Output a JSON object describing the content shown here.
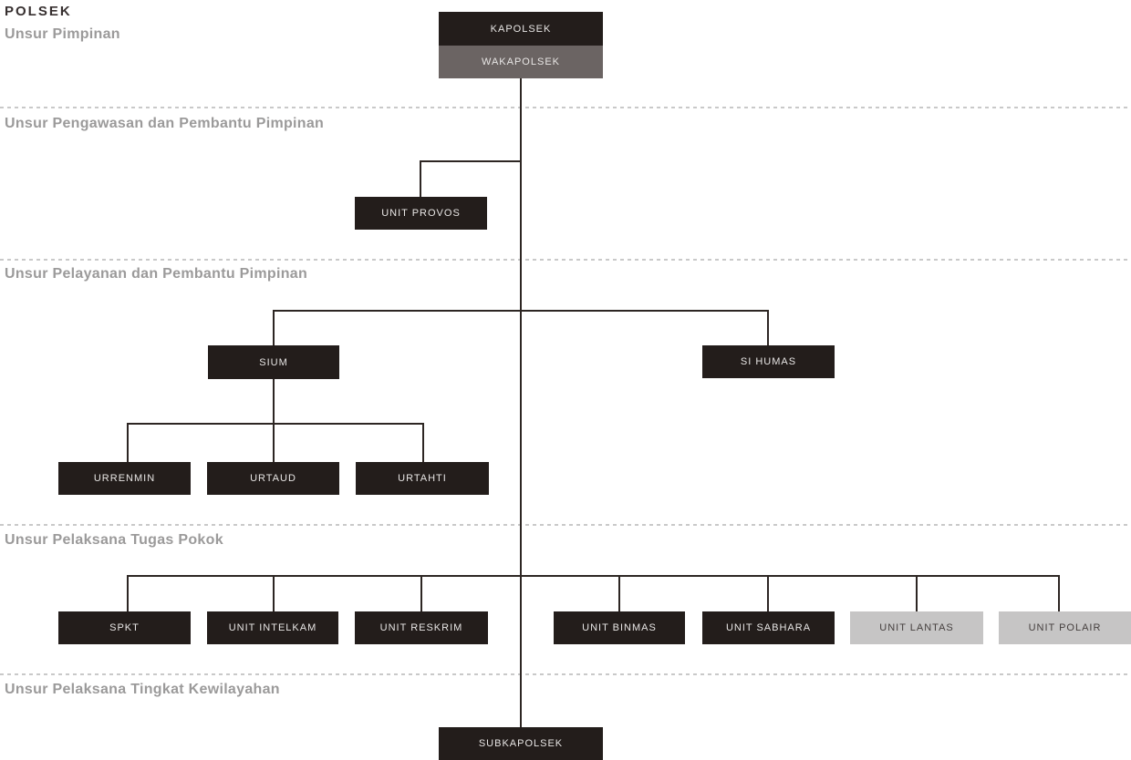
{
  "title": "POLSEK",
  "sections": [
    {
      "label": "Unsur Pimpinan",
      "nodes": [
        "KAPOLSEK",
        "WAKAPOLSEK"
      ]
    },
    {
      "label": "Unsur Pengawasan dan Pembantu Pimpinan",
      "nodes": [
        "UNIT PROVOS"
      ]
    },
    {
      "label": "Unsur Pelayanan dan Pembantu Pimpinan",
      "nodes": [
        "SIUM",
        "SI HUMAS",
        "URRENMIN",
        "URTAUD",
        "URTAHTI"
      ]
    },
    {
      "label": "Unsur Pelaksana Tugas Pokok",
      "nodes": [
        "SPKT",
        "UNIT INTELKAM",
        "UNIT RESKRIM",
        "UNIT BINMAS",
        "UNIT SABHARA",
        "UNIT LANTAS",
        "UNIT POLAIR"
      ]
    },
    {
      "label": "Unsur Pelaksana Tingkat Kewilayahan",
      "nodes": [
        "SUBKAPOLSEK"
      ]
    }
  ],
  "nodes": {
    "kapolsek": {
      "label": "KAPOLSEK",
      "variant": "dark"
    },
    "wakapolsek": {
      "label": "WAKAPOLSEK",
      "variant": "gray"
    },
    "unit_provos": {
      "label": "UNIT PROVOS",
      "variant": "dark"
    },
    "sium": {
      "label": "SIUM",
      "variant": "dark"
    },
    "si_humas": {
      "label": "SI HUMAS",
      "variant": "dark"
    },
    "urrenmin": {
      "label": "URRENMIN",
      "variant": "dark"
    },
    "urtaud": {
      "label": "URTAUD",
      "variant": "dark"
    },
    "urtahti": {
      "label": "URTAHTI",
      "variant": "dark"
    },
    "spkt": {
      "label": "SPKT",
      "variant": "dark"
    },
    "unit_intelkam": {
      "label": "UNIT INTELKAM",
      "variant": "dark"
    },
    "unit_reskrim": {
      "label": "UNIT RESKRIM",
      "variant": "dark"
    },
    "unit_binmas": {
      "label": "UNIT BINMAS",
      "variant": "dark"
    },
    "unit_sabhara": {
      "label": "UNIT SABHARA",
      "variant": "dark"
    },
    "unit_lantas": {
      "label": "UNIT LANTAS",
      "variant": "light"
    },
    "unit_polair": {
      "label": "UNIT POLAIR",
      "variant": "light"
    },
    "subkapolsek": {
      "label": "SUBKAPOLSEK",
      "variant": "dark"
    }
  },
  "structure": {
    "KAPOLSEK": [
      "WAKAPOLSEK"
    ],
    "WAKAPOLSEK": [
      "UNIT PROVOS",
      "SIUM",
      "SI HUMAS",
      "SPKT",
      "UNIT INTELKAM",
      "UNIT RESKRIM",
      "UNIT BINMAS",
      "UNIT SABHARA",
      "UNIT LANTAS",
      "UNIT POLAIR",
      "SUBKAPOLSEK"
    ],
    "SIUM": [
      "URRENMIN",
      "URTAUD",
      "URTAHTI"
    ]
  },
  "colors": {
    "background": "#ffffff",
    "box_dark": "#231d1b",
    "box_gray": "#6b6463",
    "box_light": "#c6c5c5",
    "box_text_light": "#e8e6e5",
    "box_text_dark": "#453f3e",
    "connector_line": "#2d2623",
    "separator_dash": "#c9c9c9",
    "section_heading": "#9b9a9a",
    "page_title": "#373030"
  }
}
